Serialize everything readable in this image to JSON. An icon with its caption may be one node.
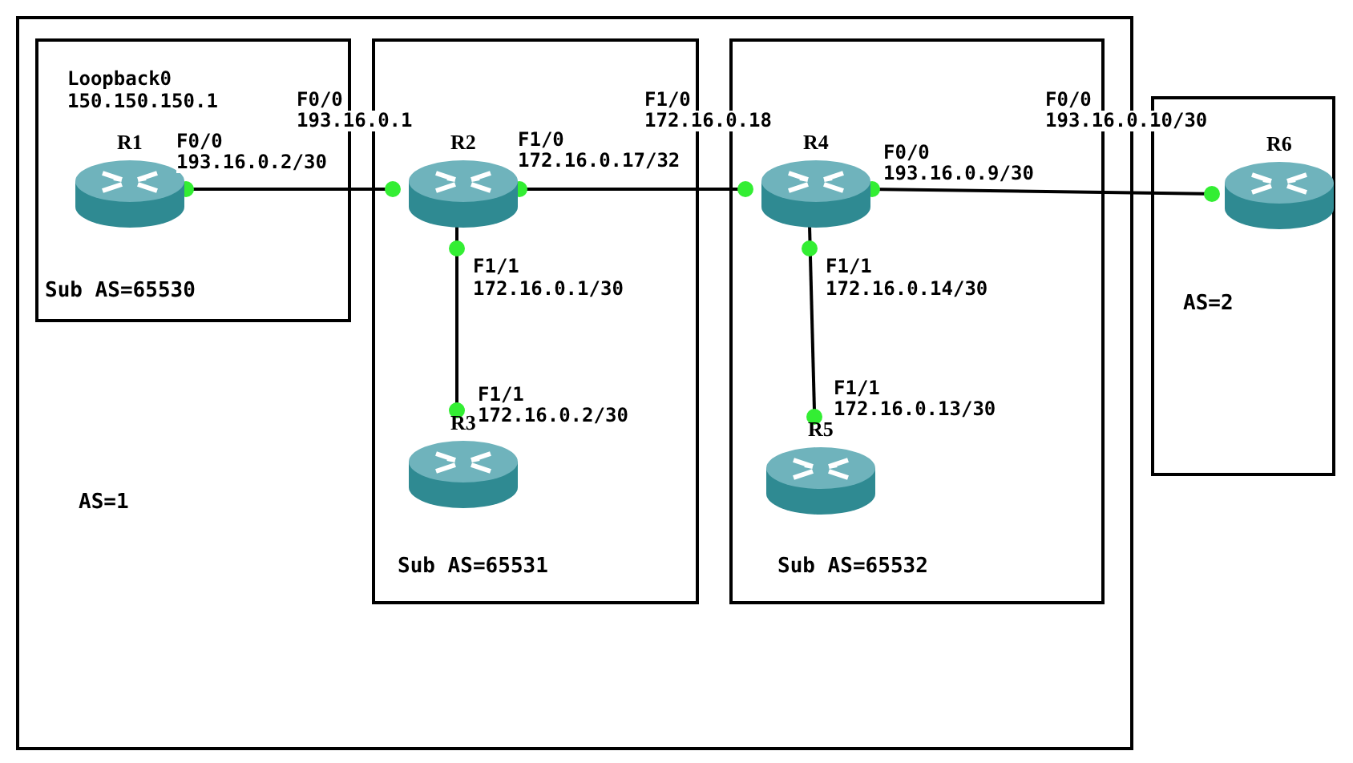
{
  "diagram": {
    "nodes": [
      {
        "text": [
          "AS=1"
        ]
      },
      {
        "text": [
          "Sub AS=65530"
        ],
        "in": 0
      },
      {
        "text": [
          "R1"
        ],
        "in": 1,
        "beside": [
          "Loopback0 150.150.150.1"
        ]
      },
      {
        "text": [
          "Sub AS=65531"
        ],
        "in": 0
      },
      {
        "text": [
          "R2"
        ],
        "in": 3
      },
      {
        "text": [
          "R3"
        ],
        "in": 3
      },
      {
        "text": [
          "Sub AS=65532"
        ],
        "in": 0
      },
      {
        "text": [
          "R4"
        ],
        "in": 6
      },
      {
        "text": [
          "R5"
        ],
        "in": 6
      },
      {
        "text": [
          "AS=2"
        ]
      },
      {
        "text": [
          "R6"
        ],
        "in": 9
      }
    ],
    "edges": [
      {
        "from": 2,
        "to": 4,
        "arrow": "none"
      },
      {
        "from": 4,
        "to": 7,
        "arrow": "none"
      },
      {
        "from": 7,
        "to": 10,
        "arrow": "none"
      },
      {
        "from": 4,
        "to": 5,
        "arrow": "none"
      },
      {
        "from": 7,
        "to": 8,
        "arrow": "none"
      }
    ],
    "labels": [
      "F0/0",
      "193.16.0.1",
      "F0/0",
      "193.16.0.2/30",
      "F1/0",
      "172.16.0.18",
      "F1/0",
      "172.16.0.17/32",
      "F0/0",
      "193.16.0.10/30",
      "F0/0",
      "193.16.0.9/30",
      "F1/1",
      "172.16.0.1/30",
      "F1/1",
      "172.16.0.14/30",
      "F1/1",
      "172.16.0.2/30",
      "F1/1",
      "172.16.0.13/30"
    ]
  }
}
